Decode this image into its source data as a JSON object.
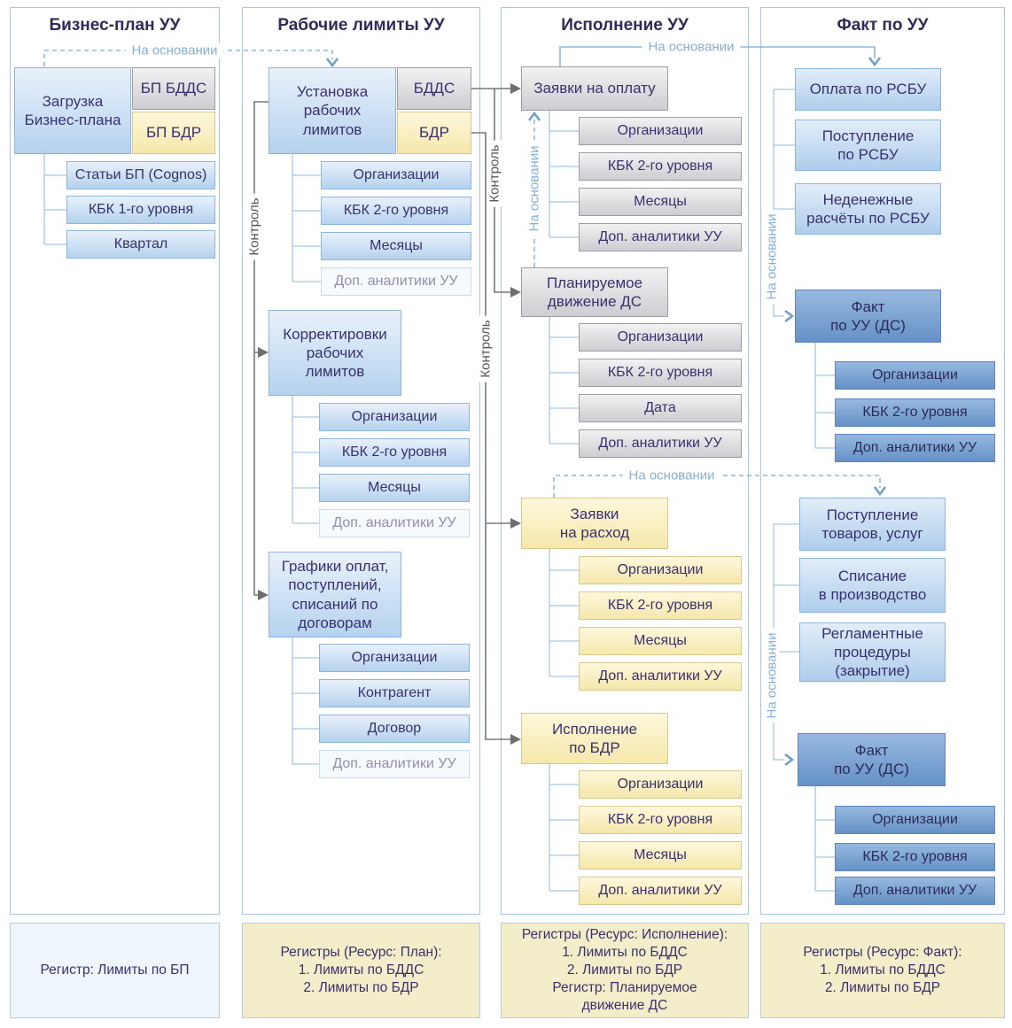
{
  "labels": {
    "based_on": "На основании",
    "control": "Контроль"
  },
  "colors": {
    "panel_border": "#a9c7e3",
    "box_blue": "#b5d2ee",
    "box_gray": "#cdcdd2",
    "box_yellow": "#f5e7ab",
    "box_dark_blue": "#6591c6",
    "footer_yellow": "#f4edca",
    "footer_blue": "#eef5fb",
    "label_blue": "#85afd3",
    "label_gray": "#55565a",
    "text": "#39316e"
  },
  "col1": {
    "title": "Бизнес-план УУ",
    "main": "Загрузка\nБизнес-плана",
    "tags": [
      "БП БДДС",
      "БП БДР"
    ],
    "children": [
      "Статьи БП (Cognos)",
      "КБК 1-го уровня",
      "Квартал"
    ],
    "footer": "Регистр: Лимиты по БП"
  },
  "col2": {
    "title": "Рабочие лимиты УУ",
    "main": "Установка\nрабочих\nлимитов",
    "tags": [
      "БДДС",
      "БДР"
    ],
    "children": [
      "Организации",
      "КБК 2-го уровня",
      "Месяцы",
      "Доп. аналитики УУ"
    ],
    "corrections": "Корректировки\nрабочих\nлимитов",
    "corrections_children": [
      "Организации",
      "КБК 2-го уровня",
      "Месяцы",
      "Доп. аналитики УУ"
    ],
    "schedules": "Графики оплат,\nпоступлений,\nсписаний по\nдоговорам",
    "schedules_children": [
      "Организации",
      "Контрагент",
      "Договор",
      "Доп. аналитики УУ"
    ],
    "footer": "Регистры (Ресурс: План):\n1. Лимиты по БДДС\n2. Лимиты по БДР"
  },
  "col3": {
    "title": "Исполнение УУ",
    "pay": "Заявки на оплату",
    "pay_children": [
      "Организации",
      "КБК 2-го уровня",
      "Месяцы",
      "Доп. аналитики УУ"
    ],
    "planned": "Планируемое\nдвижение ДС",
    "planned_children": [
      "Организации",
      "КБК 2-го уровня",
      "Дата",
      "Доп. аналитики УУ"
    ],
    "expense": "Заявки\nна расход",
    "expense_children": [
      "Организации",
      "КБК 2-го уровня",
      "Месяцы",
      "Доп. аналитики УУ"
    ],
    "bdr": "Исполнение\nпо БДР",
    "bdr_children": [
      "Организации",
      "КБК 2-го уровня",
      "Месяцы",
      "Доп. аналитики УУ"
    ],
    "footer": "Регистры (Ресурс: Исполнение):\n1. Лимиты по БДДС\n2. Лимиты по БДР\nРегистр: Планируемое\nдвижение ДС"
  },
  "col4": {
    "title": "Факт по УУ",
    "rsbu": [
      "Оплата по РСБУ",
      "Поступление\nпо РСБУ",
      "Неденежные\nрасчёты по РСБУ"
    ],
    "fact": "Факт\nпо УУ (ДС)",
    "fact_children": [
      "Организации",
      "КБК 2-го уровня",
      "Доп. аналитики УУ"
    ],
    "flow": [
      "Поступление\nтоваров, услуг",
      "Списание\nв производство",
      "Регламентные\nпроцедуры\n(закрытие)"
    ],
    "fact2": "Факт\nпо УУ (ДС)",
    "fact2_children": [
      "Организации",
      "КБК 2-го уровня",
      "Доп. аналитики УУ"
    ],
    "footer": "Регистры (Ресурс: Факт):\n1. Лимиты по БДДС\n2. Лимиты по БДР"
  }
}
